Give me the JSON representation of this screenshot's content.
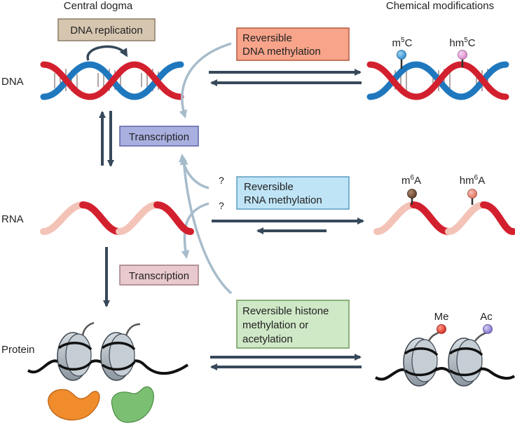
{
  "headers": {
    "left": "Central dogma",
    "right": "Chemical modifications"
  },
  "row_labels": {
    "dna": "DNA",
    "rna": "RNA",
    "protein": "Protein"
  },
  "boxes": {
    "dna_replication": "DNA replication",
    "transcription_top": "Transcription",
    "transcription_bottom": "Transcription",
    "dna_methylation": [
      "Reversible",
      "DNA methylation"
    ],
    "rna_methylation": [
      "Reversible",
      "RNA methylation"
    ],
    "histone": [
      "Reversible histone",
      "methylation or",
      "acetylation"
    ]
  },
  "question_marks": [
    "?",
    "?"
  ],
  "modifications": {
    "dna": [
      {
        "base": "m",
        "sup": "5",
        "tail": "C",
        "color": "#2e8fd0"
      },
      {
        "base": "hm",
        "sup": "5",
        "tail": "C",
        "color": "#e79fd9"
      }
    ],
    "rna": [
      {
        "base": "m",
        "sup": "6",
        "tail": "A",
        "color": "#6a4a33"
      },
      {
        "base": "hm",
        "sup": "6",
        "tail": "A",
        "color": "#e88070"
      }
    ],
    "protein": [
      {
        "label": "Me",
        "color": "#e23b2a"
      },
      {
        "label": "Ac",
        "color": "#8a7fd0"
      }
    ]
  },
  "colors": {
    "dna_red": "#d3202e",
    "dna_blue": "#1f78be",
    "rna_red": "#d3202e",
    "rna_pink": "#f4c3b8",
    "dark_arrow": "#37495a",
    "light_arrow": "#a7bccb",
    "box_replication": "#d6c6b0",
    "box_transcription_top": "#a9b0e0",
    "box_transcription_bottom": "#e8c9cd",
    "box_dna_meth": "#f7a48a",
    "box_rna_meth": "#bfe4f6",
    "box_histone": "#cfe8c6",
    "enzyme_orange": "#f08c2c",
    "enzyme_green": "#7bc072",
    "nucleosome": "#a9b3bc"
  }
}
